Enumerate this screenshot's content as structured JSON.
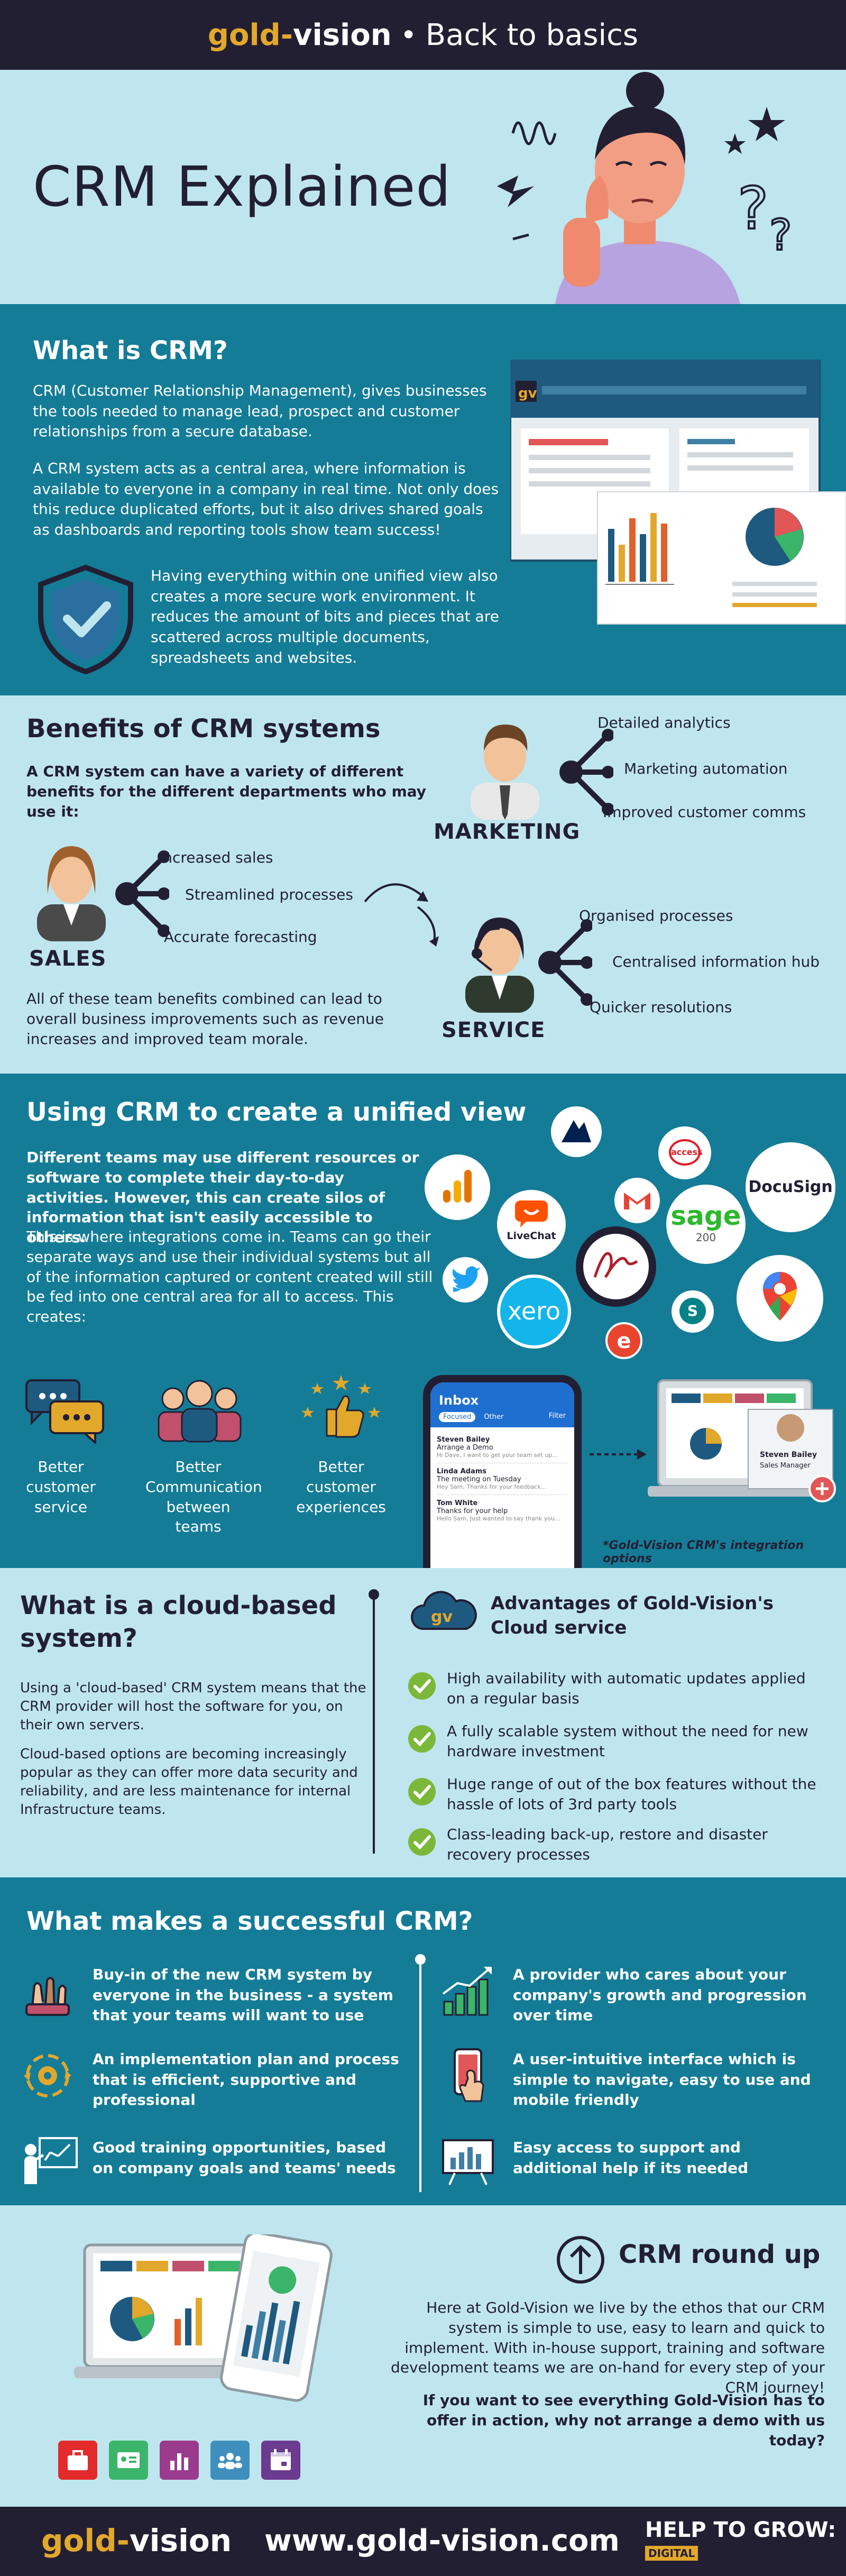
{
  "header": {
    "brand_gold": "gold",
    "brand_dash": "-",
    "brand_vision": "vision",
    "separator": "•",
    "tagline": "Back to basics"
  },
  "hero": {
    "title": "CRM Explained"
  },
  "what_is_crm": {
    "heading": "What is CRM?",
    "p1": "CRM (Customer Relationship Management), gives businesses the tools needed to manage lead, prospect and customer relationships from a secure database.",
    "p2": "A CRM system acts as a central area, where information is available to everyone in a company in real time. Not only does this reduce duplicated efforts, but it also drives shared goals as dashboards and reporting tools show team success!",
    "p3": "Having everything within one unified view also creates a more secure work environment. It reduces the amount of bits and pieces that are scattered across multiple documents, spreadsheets and websites.",
    "screen_logo": "gv"
  },
  "benefits": {
    "heading": "Benefits of CRM systems",
    "intro": "A CRM system can have a variety of different benefits for the different departments who may use it:",
    "closing": "All of these team benefits combined can lead to overall business improvements such as revenue increases and improved team morale.",
    "marketing": {
      "label": "MARKETING",
      "items": [
        "Detailed analytics",
        "Marketing automation",
        "Improved customer comms"
      ]
    },
    "sales": {
      "label": "SALES",
      "items": [
        "Increased sales",
        "Streamlined processes",
        "Accurate forecasting"
      ]
    },
    "service": {
      "label": "SERVICE",
      "items": [
        "Organised processes",
        "Centralised information hub",
        "Quicker resolutions"
      ]
    }
  },
  "unified": {
    "heading": "Using CRM to create a unified view",
    "p1": "Different teams may use different resources or software to complete their day-to-day activities. However, this can create silos of information that isn't easily accessible to others.",
    "p2": "This is where integrations come in. Teams can go their separate ways and use their individual systems but all of the information captured or content created will still be fed into one central area for all to access. This creates:",
    "features": [
      "Better customer service",
      "Better Communication between teams",
      "Better customer experiences"
    ],
    "integrations": {
      "livechat": "LiveChat",
      "access": "access",
      "docusign": "DocuSign",
      "sage": "sage",
      "sage_sub": "200",
      "xero": "xero",
      "sharepoint": "S",
      "email_e": "e"
    },
    "phone": {
      "title": "Inbox",
      "tab_focused": "Focused",
      "tab_other": "Other",
      "tab_filter": "Filter",
      "emails": [
        {
          "from": "Steven Bailey",
          "subject": "Arrange a Demo",
          "preview": "Hi Dave, I want to get your team set up..."
        },
        {
          "from": "Linda Adams",
          "subject": "The meeting on Tuesday",
          "preview": "Hey Sam, Thanks for your feedback..."
        },
        {
          "from": "Tom White",
          "subject": "Thanks for your help",
          "preview": "Hello Sam, Just wanted to say thank you..."
        }
      ]
    },
    "laptop_contact": {
      "name": "Steven Bailey",
      "role": "Sales Manager"
    },
    "note": "*Gold-Vision CRM's integration options"
  },
  "cloud": {
    "heading": "What is a cloud-based system?",
    "p1": "Using a 'cloud-based' CRM system means that the CRM provider will host the software for you, on their own servers.",
    "p2": "Cloud-based options are becoming increasingly popular as they can offer more data security and reliability, and are less maintenance for internal Infrastructure teams.",
    "advantages_heading": "Advantages of Gold-Vision's Cloud service",
    "cloud_logo": "gv",
    "advantages": [
      "High availability with automatic updates applied on a regular basis",
      "A fully scalable system without the need for new hardware investment",
      "Huge range of out of the box features without the hassle of lots of 3rd party tools",
      "Class-leading back-up, restore and disaster recovery processes"
    ]
  },
  "success": {
    "heading": "What makes a successful CRM?",
    "left": [
      "Buy-in of the new CRM system by everyone in the business - a system that your teams will want to use",
      "An implementation plan and process that is efficient, supportive and professional",
      "Good training opportunities, based on company goals and teams' needs"
    ],
    "right": [
      "A provider who cares about your company's growth and progression over time",
      "A user-intuitive interface which is simple to navigate, easy to use and mobile friendly",
      "Easy access to support and additional help if its needed"
    ]
  },
  "roundup": {
    "heading": "CRM round up",
    "p1": "Here at Gold-Vision we live by the ethos that our CRM system is simple to use, easy to learn and quick to implement. With in-house support, training and software development teams we are on-hand for every step of your CRM journey!",
    "p2": "If you want to see everything Gold-Vision has to offer in action, why not arrange a demo with us today?"
  },
  "footer": {
    "brand_gold": "gold",
    "brand_dash": "-",
    "brand_vision": "vision",
    "url": "www.gold-vision.com",
    "htg": "HELP TO GROW:",
    "htg_sub": "DIGITAL"
  }
}
